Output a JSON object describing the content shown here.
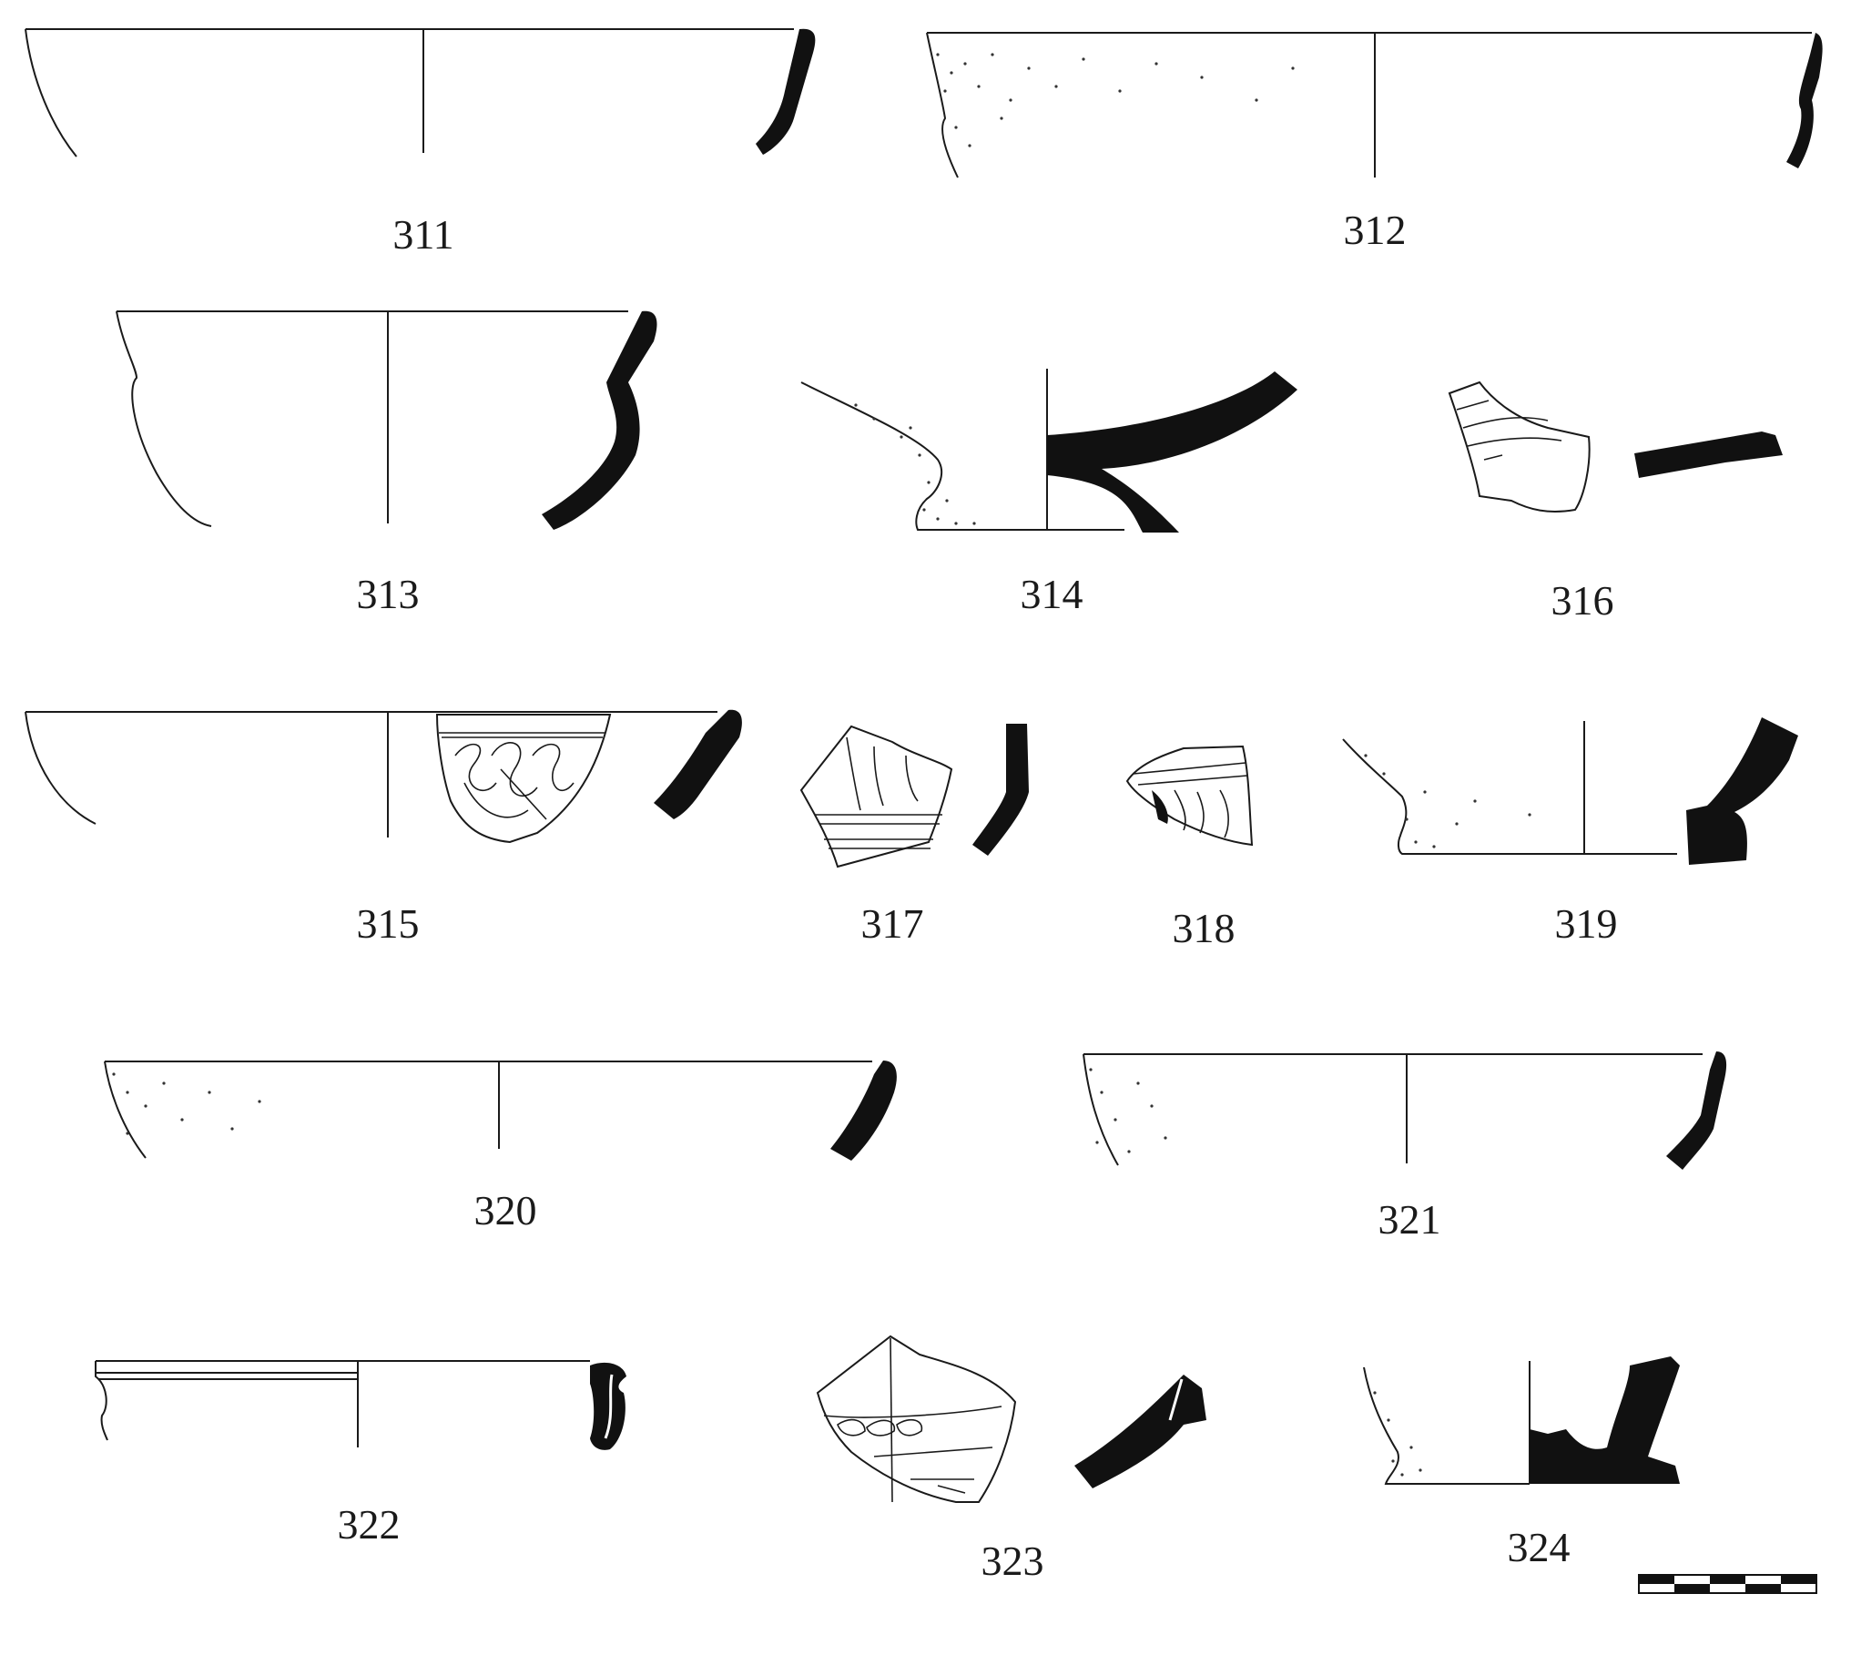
{
  "figures": [
    {
      "id": "311",
      "label": "311"
    },
    {
      "id": "312",
      "label": "312"
    },
    {
      "id": "313",
      "label": "313"
    },
    {
      "id": "314",
      "label": "314"
    },
    {
      "id": "316",
      "label": "316"
    },
    {
      "id": "315",
      "label": "315"
    },
    {
      "id": "317",
      "label": "317"
    },
    {
      "id": "318",
      "label": "318"
    },
    {
      "id": "319",
      "label": "319"
    },
    {
      "id": "320",
      "label": "320"
    },
    {
      "id": "321",
      "label": "321"
    },
    {
      "id": "322",
      "label": "322"
    },
    {
      "id": "323",
      "label": "323"
    },
    {
      "id": "324",
      "label": "324"
    }
  ],
  "scale_bar": {
    "segments": 5,
    "colors": [
      "#111111",
      "#ffffff"
    ]
  },
  "colors": {
    "ink": "#111111",
    "paper": "#ffffff"
  }
}
